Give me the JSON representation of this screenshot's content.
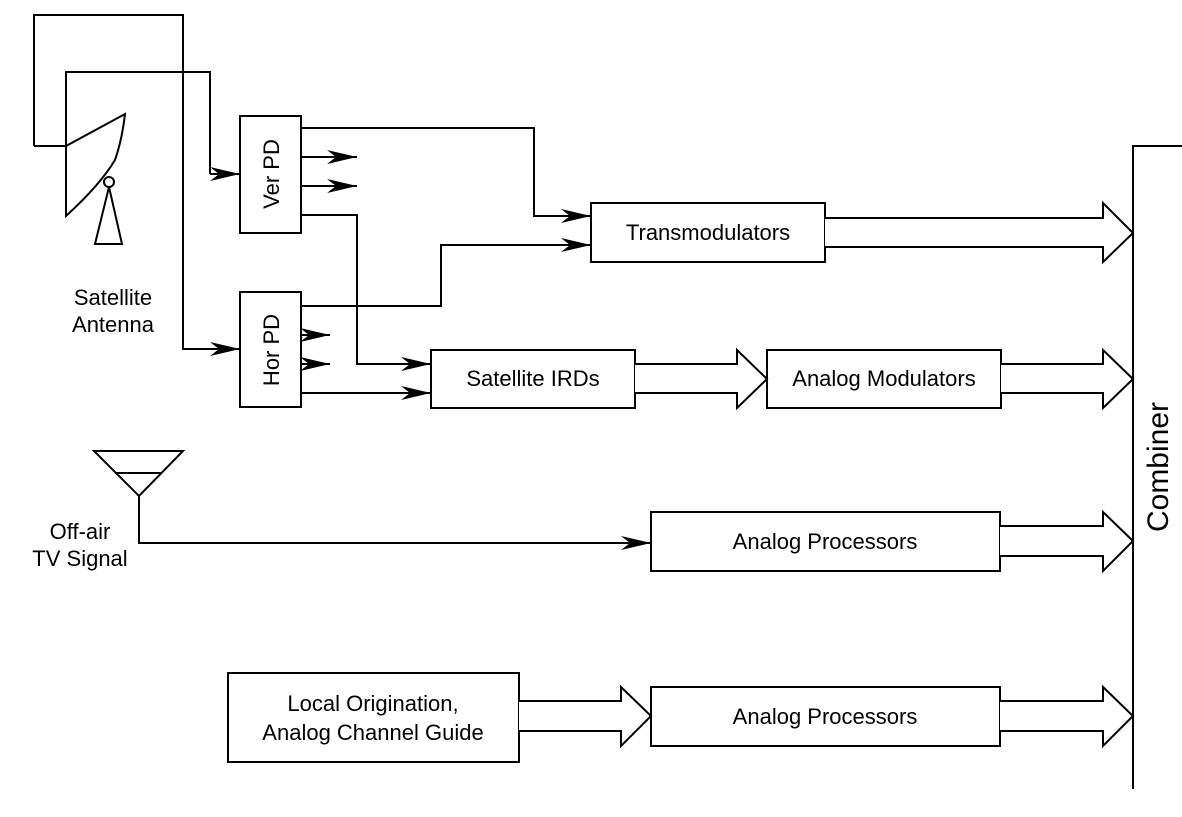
{
  "satellite_antenna_label": [
    "Satellite",
    "Antenna"
  ],
  "offair_label": [
    "Off-air",
    "TV Signal"
  ],
  "boxes": {
    "ver_pd": "Ver PD",
    "hor_pd": "Hor PD",
    "transmodulators": "Transmodulators",
    "satellite_irds": "Satellite IRDs",
    "analog_modulators": "Analog Modulators",
    "analog_processors_1": "Analog Processors",
    "analog_processors_2": "Analog Processors",
    "local_origination": [
      "Local Origination,",
      "Analog Channel Guide"
    ]
  },
  "combiner": "Combiner"
}
